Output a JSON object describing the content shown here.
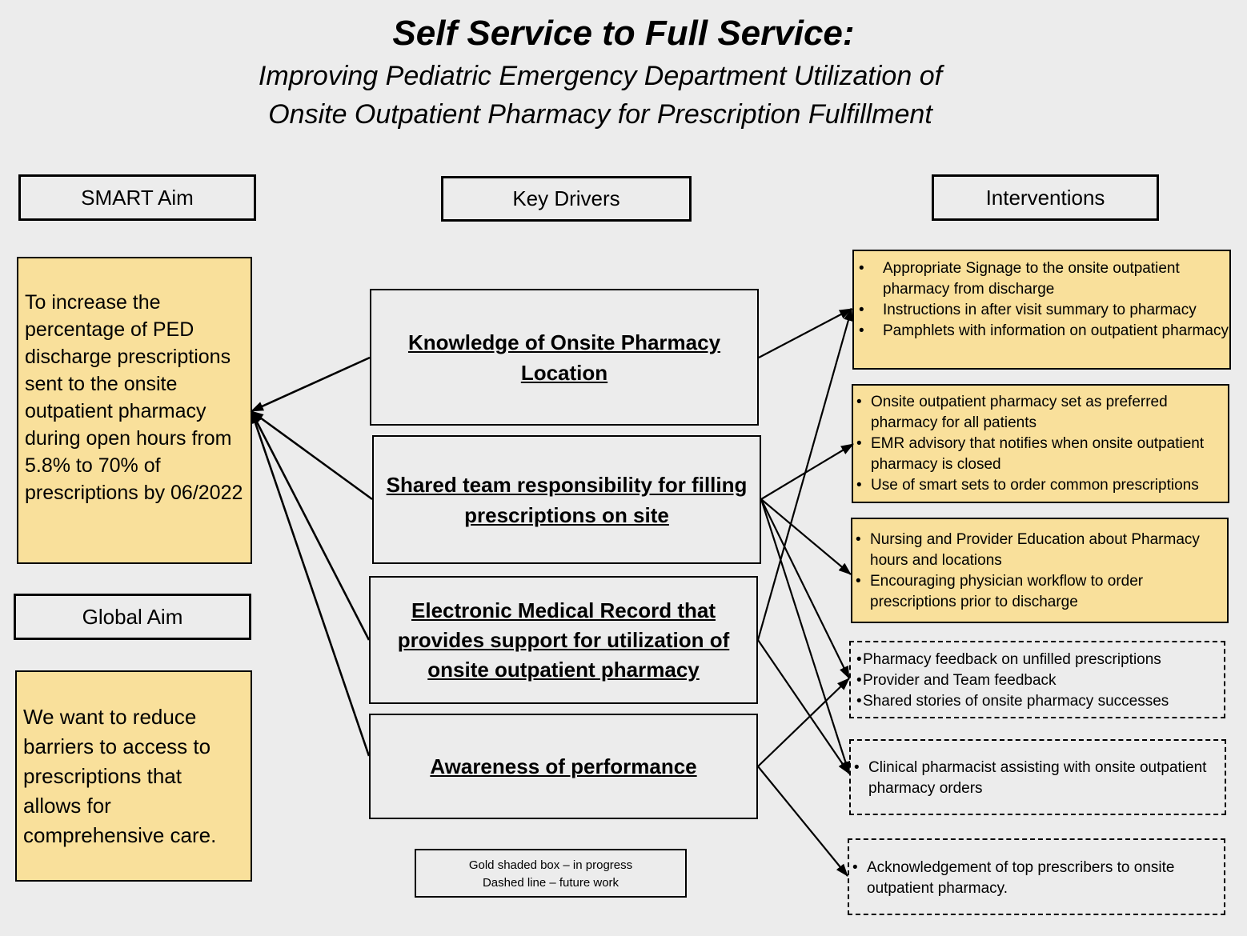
{
  "title": "Self Service to Full Service:",
  "subtitle_lines": [
    "Improving Pediatric Emergency Department Utilization of",
    "Onsite Outpatient Pharmacy for Prescription Fulfillment"
  ],
  "headers": {
    "smart_aim": "SMART Aim",
    "key_drivers": "Key Drivers",
    "interventions": "Interventions",
    "global_aim": "Global Aim"
  },
  "smart_aim_text": "To increase the percentage of PED discharge prescriptions sent to the onsite outpatient pharmacy during open hours from 5.8% to 70% of prescriptions by 06/2022",
  "global_aim_text": "We want to reduce barriers to access to prescriptions that allows for comprehensive care.",
  "drivers": [
    "Knowledge of Onsite Pharmacy Location",
    "Shared team responsibility for filling prescriptions on site",
    "Electronic Medical Record that provides support for utilization of onsite outpatient pharmacy",
    "Awareness of performance"
  ],
  "interventions": [
    {
      "status": "in progress",
      "items": [
        "Appropriate Signage to the onsite outpatient pharmacy from discharge",
        "Instructions in after visit summary to pharmacy",
        "Pamphlets with information on outpatient pharmacy"
      ]
    },
    {
      "status": "in progress",
      "items": [
        "Onsite outpatient pharmacy set as preferred pharmacy for all patients",
        "EMR advisory that notifies when onsite outpatient pharmacy is closed",
        "Use of smart sets to order common prescriptions"
      ]
    },
    {
      "status": "in progress",
      "items": [
        "Nursing and Provider Education about Pharmacy hours and locations",
        "Encouraging physician workflow to order prescriptions prior to discharge"
      ]
    },
    {
      "status": "future work",
      "items": [
        "Pharmacy feedback on unfilled prescriptions",
        "Provider and Team feedback",
        "Shared stories of onsite pharmacy successes"
      ]
    },
    {
      "status": "future work",
      "items": [
        "Clinical pharmacist assisting with onsite outpatient pharmacy orders"
      ]
    },
    {
      "status": "future work",
      "items": [
        "Acknowledgement of top prescribers to onsite outpatient pharmacy."
      ]
    }
  ],
  "legend": [
    "Gold shaded box – in progress",
    "Dashed line – future work"
  ],
  "edges": {
    "driver_to_aim": [
      0,
      1,
      2,
      3
    ],
    "driver_to_intervention": [
      [
        0,
        0
      ],
      [
        1,
        1
      ],
      [
        1,
        2
      ],
      [
        1,
        3
      ],
      [
        1,
        4
      ],
      [
        2,
        0
      ],
      [
        2,
        4
      ],
      [
        3,
        3
      ],
      [
        3,
        5
      ]
    ]
  }
}
